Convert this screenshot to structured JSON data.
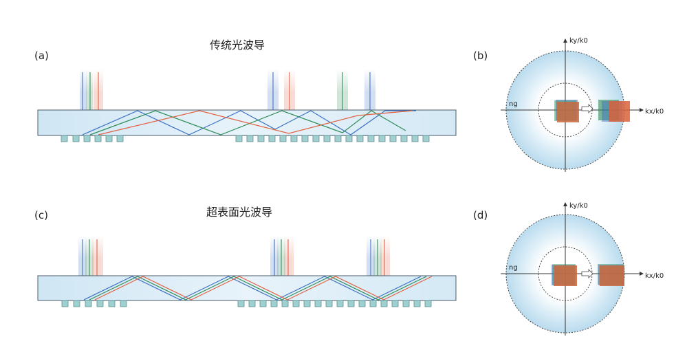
{
  "panels": {
    "a": {
      "label": "(a)",
      "title": "传统光波导"
    },
    "b": {
      "label": "(b)",
      "ky_label": "ky/k0",
      "kx_label": "kx/k0",
      "n_label": "ng"
    },
    "c": {
      "label": "(c)",
      "title": "超表面光波导"
    },
    "d": {
      "label": "(d)",
      "ky_label": "ky/k0",
      "kx_label": "kx/k0",
      "n_label": "ng"
    }
  },
  "colors": {
    "red": "#e06040",
    "green": "#2e8b57",
    "blue": "#3a6fc4",
    "waveguide": "#d8ecf6",
    "grating": "#8ec3c6",
    "axis": "#333333",
    "brown": "#b5653c"
  }
}
